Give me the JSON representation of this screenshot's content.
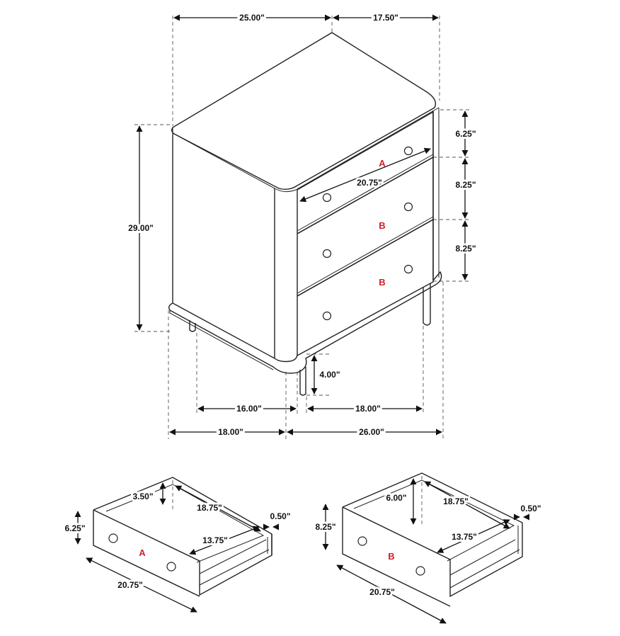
{
  "colors": {
    "line": "#222222",
    "text": "#111111",
    "label": "#d0202a",
    "background": "#ffffff"
  },
  "cabinet": {
    "overall_width": "25.00\"",
    "overall_depth": "17.50\"",
    "overall_height": "29.00\"",
    "drawer_a_height": "6.25\"",
    "drawer_b_height_1": "8.25\"",
    "drawer_b_height_2": "8.25\"",
    "drawer_front_width": "20.75\"",
    "leg_height": "4.00\"",
    "leg_span_side": "16.00\"",
    "leg_span_front": "18.00\"",
    "base_depth": "18.00\"",
    "base_width": "26.00\"",
    "drawer_labels": [
      "A",
      "B",
      "B"
    ]
  },
  "drawer_a": {
    "label": "A",
    "front_height": "6.25\"",
    "inner_depth_height": "3.50\"",
    "inner_length": "18.75\"",
    "inner_width": "13.75\"",
    "side_thickness": "0.50\"",
    "front_width": "20.75\""
  },
  "drawer_b": {
    "label": "B",
    "front_height": "8.25\"",
    "inner_depth_height": "6.00\"",
    "inner_length": "18.75\"",
    "inner_width": "13.75\"",
    "side_thickness": "0.50\"",
    "front_width": "20.75\""
  }
}
